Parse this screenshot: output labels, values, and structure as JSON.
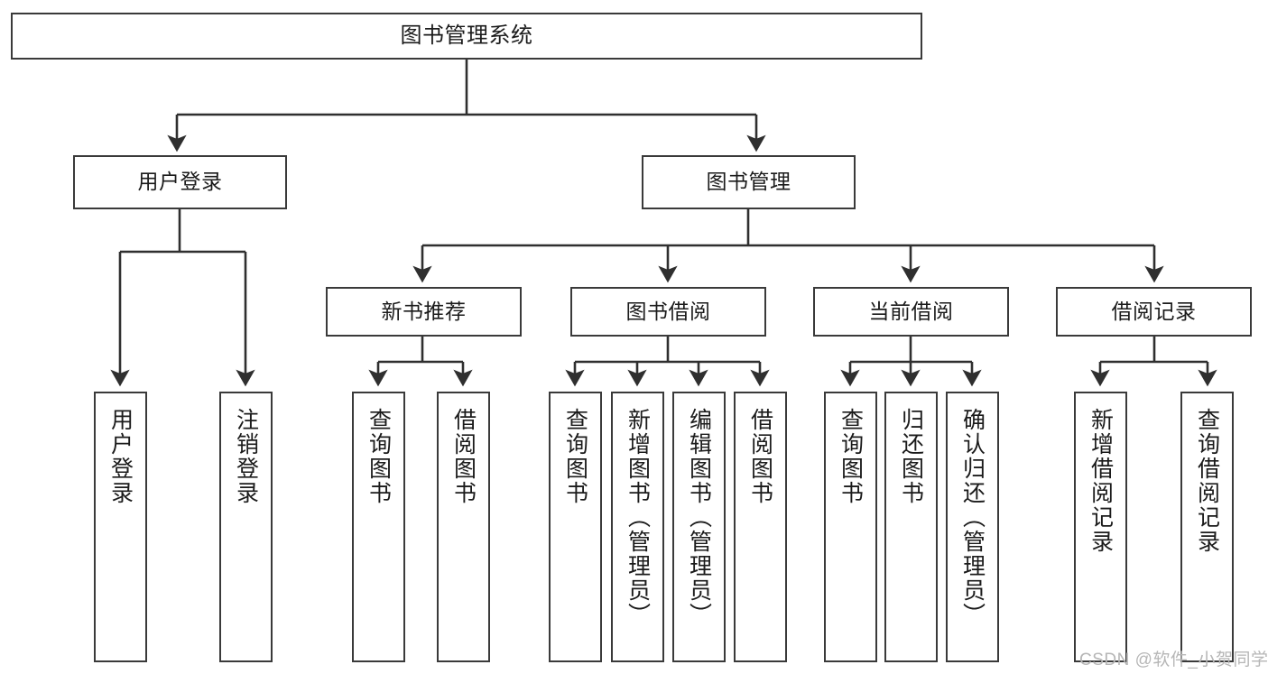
{
  "diagram": {
    "title": "图书管理系统",
    "type": "hierarchy-tree",
    "orientation": "top-down",
    "stroke_color": "#3a3a3a",
    "fill_color": "#ffffff",
    "text_color": "#1b1b1b"
  },
  "nodes": {
    "root": {
      "label": "图书管理系统",
      "level": 0
    },
    "l1": [
      {
        "id": "user_login",
        "label": "用户登录",
        "level": 1
      },
      {
        "id": "book_manage",
        "label": "图书管理",
        "level": 1
      }
    ],
    "l2": [
      {
        "id": "new_book_rec",
        "label": "新书推荐",
        "level": 2,
        "parent": "book_manage"
      },
      {
        "id": "book_borrow",
        "label": "图书借阅",
        "level": 2,
        "parent": "book_manage"
      },
      {
        "id": "current_borrow",
        "label": "当前借阅",
        "level": 2,
        "parent": "book_manage"
      },
      {
        "id": "borrow_record",
        "label": "借阅记录",
        "level": 2,
        "parent": "book_manage"
      }
    ],
    "leaves": [
      {
        "id": "leaf_user_login",
        "label": "用户登录",
        "parent": "user_login"
      },
      {
        "id": "leaf_user_logout",
        "label": "注销登录",
        "parent": "user_login"
      },
      {
        "id": "leaf_query_book_1",
        "label": "查询图书",
        "parent": "new_book_rec"
      },
      {
        "id": "leaf_borrow_book_1",
        "label": "借阅图书",
        "parent": "new_book_rec"
      },
      {
        "id": "leaf_query_book_2",
        "label": "查询图书",
        "parent": "book_borrow"
      },
      {
        "id": "leaf_add_book",
        "label": "新增图书（管理员）",
        "parent": "book_borrow"
      },
      {
        "id": "leaf_edit_book",
        "label": "编辑图书（管理员）",
        "parent": "book_borrow"
      },
      {
        "id": "leaf_borrow_book_2",
        "label": "借阅图书",
        "parent": "book_borrow"
      },
      {
        "id": "leaf_query_book_3",
        "label": "查询图书",
        "parent": "current_borrow"
      },
      {
        "id": "leaf_return_book",
        "label": "归还图书",
        "parent": "current_borrow"
      },
      {
        "id": "leaf_confirm_return",
        "label": "确认归还（管理员）",
        "parent": "current_borrow"
      },
      {
        "id": "leaf_add_record",
        "label": "新增借阅记录",
        "parent": "borrow_record"
      },
      {
        "id": "leaf_query_record",
        "label": "查询借阅记录",
        "parent": "borrow_record"
      }
    ]
  },
  "watermark": {
    "text": "CSDN @软件_小贺同学"
  }
}
